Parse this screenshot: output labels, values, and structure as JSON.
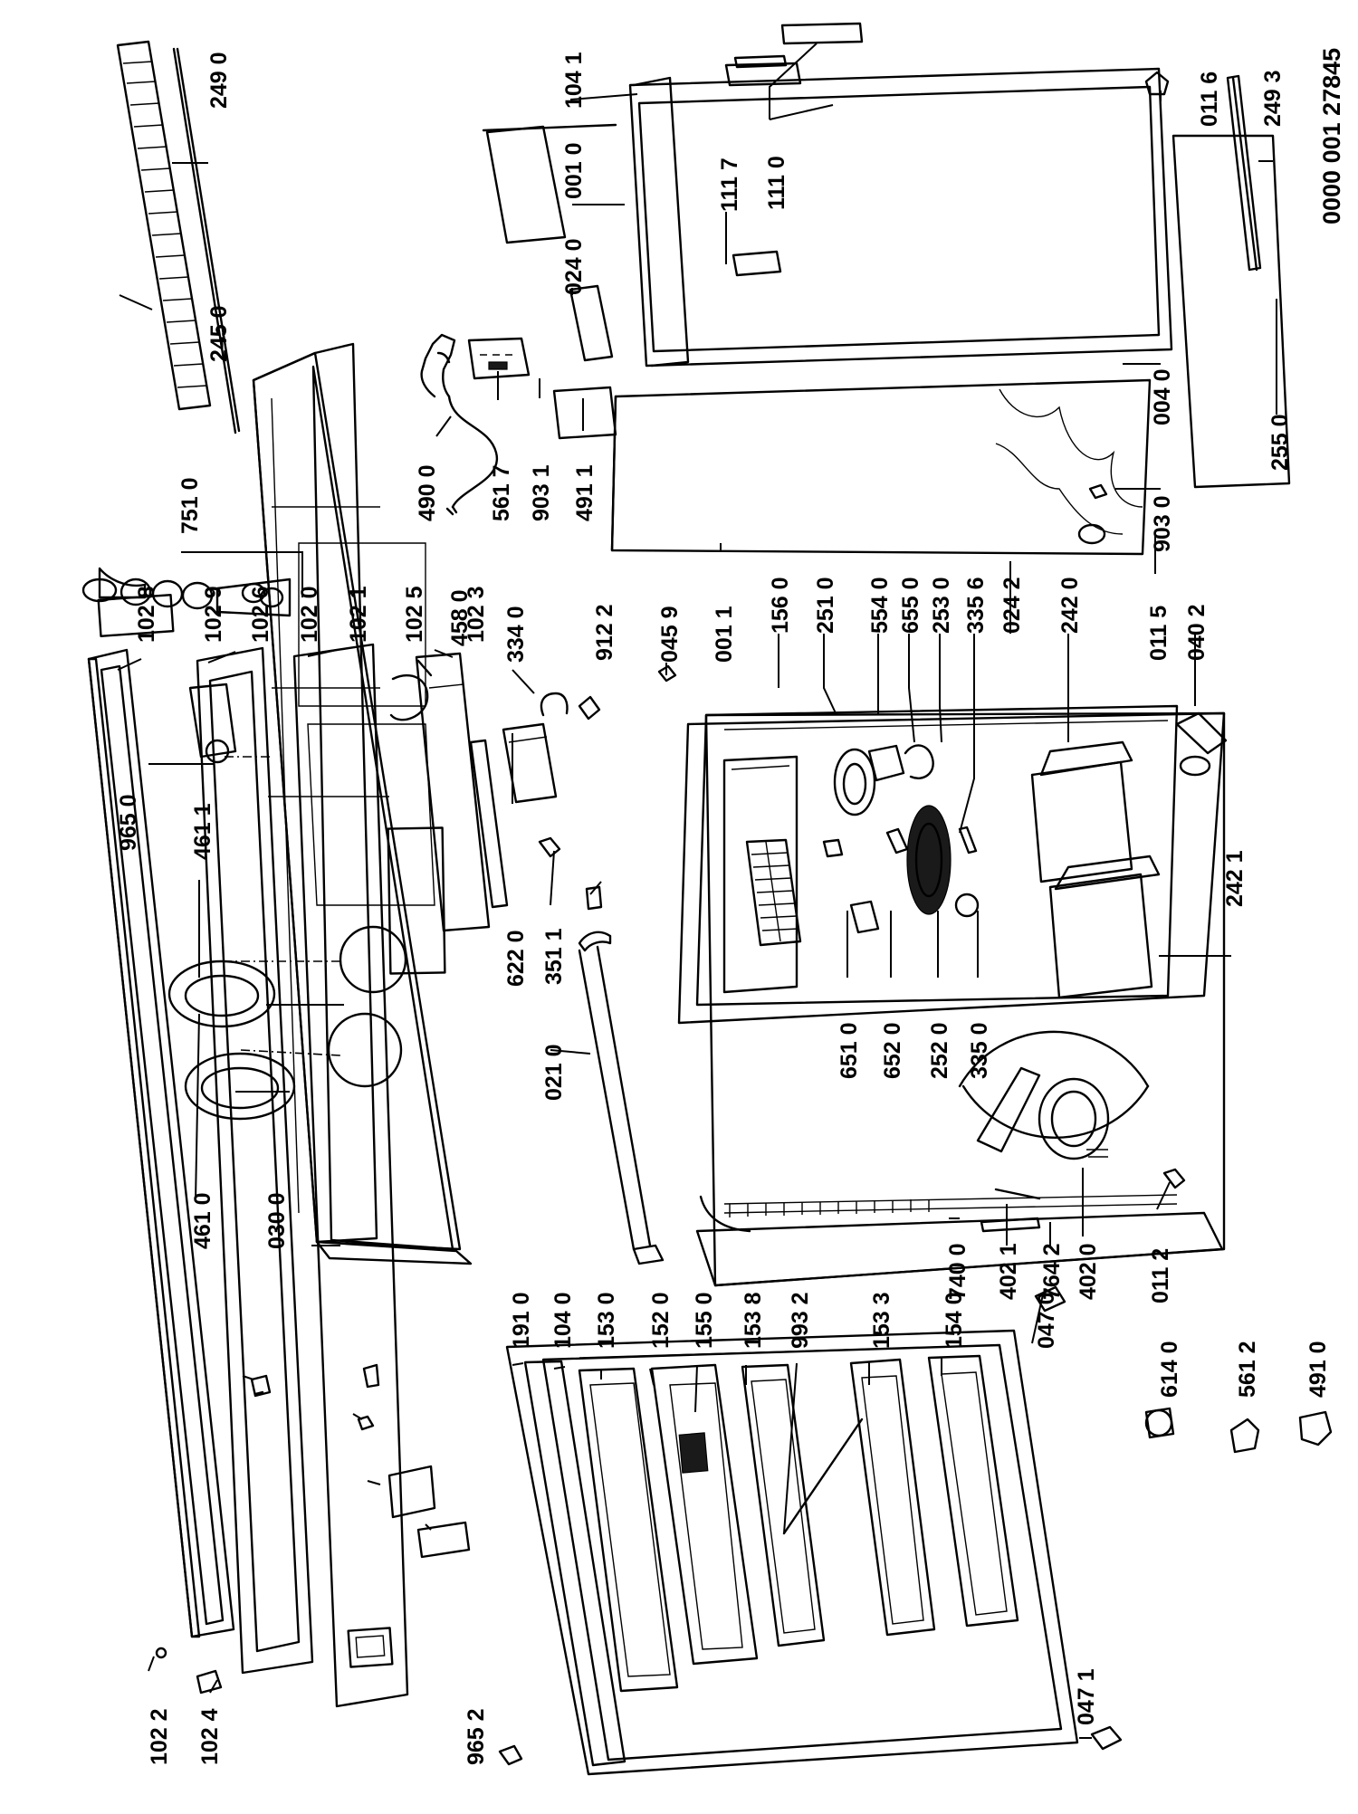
{
  "document_id": "0000 001 27845",
  "labels": [
    {
      "text": "102 2"
    },
    {
      "text": "102 4"
    },
    {
      "text": "102 8"
    },
    {
      "text": "102 9"
    },
    {
      "text": "102 6"
    },
    {
      "text": "102 0"
    },
    {
      "text": "102 1"
    },
    {
      "text": "102 5"
    },
    {
      "text": "102 3"
    },
    {
      "text": "965 2"
    },
    {
      "text": "191 0"
    },
    {
      "text": "104 0"
    },
    {
      "text": "153 0"
    },
    {
      "text": "152 0"
    },
    {
      "text": "155 0"
    },
    {
      "text": "153 8"
    },
    {
      "text": "993 2"
    },
    {
      "text": "153 3"
    },
    {
      "text": "154 0"
    },
    {
      "text": "047 0"
    },
    {
      "text": "047 1"
    },
    {
      "text": "614 0"
    },
    {
      "text": "561 2"
    },
    {
      "text": "491 0"
    },
    {
      "text": "461 0"
    },
    {
      "text": "461 1"
    },
    {
      "text": "965 0"
    },
    {
      "text": "751 0"
    },
    {
      "text": "245 0"
    },
    {
      "text": "249 0"
    },
    {
      "text": "030 0"
    },
    {
      "text": "021 0"
    },
    {
      "text": "351 1"
    },
    {
      "text": "622 0"
    },
    {
      "text": "334 0"
    },
    {
      "text": "458 0"
    },
    {
      "text": "912 2"
    },
    {
      "text": "490 0"
    },
    {
      "text": "561 7"
    },
    {
      "text": "903 1"
    },
    {
      "text": "491 1"
    },
    {
      "text": "024 0"
    },
    {
      "text": "001 0"
    },
    {
      "text": "104 1"
    },
    {
      "text": "111 7"
    },
    {
      "text": "111 0"
    },
    {
      "text": "045 9"
    },
    {
      "text": "001 1"
    },
    {
      "text": "156 0"
    },
    {
      "text": "251 0"
    },
    {
      "text": "554 0"
    },
    {
      "text": "655 0"
    },
    {
      "text": "253 0"
    },
    {
      "text": "335 6"
    },
    {
      "text": "024 2"
    },
    {
      "text": "242 0"
    },
    {
      "text": "011 5"
    },
    {
      "text": "040 2"
    },
    {
      "text": "242 1"
    },
    {
      "text": "651 0"
    },
    {
      "text": "652 0"
    },
    {
      "text": "252 0"
    },
    {
      "text": "335 0"
    },
    {
      "text": "740 0"
    },
    {
      "text": "402 1"
    },
    {
      "text": "764 2"
    },
    {
      "text": "402 0"
    },
    {
      "text": "011 2"
    },
    {
      "text": "004 0"
    },
    {
      "text": "903 0"
    },
    {
      "text": "255 0"
    },
    {
      "text": "011 6"
    },
    {
      "text": "249 3"
    }
  ]
}
